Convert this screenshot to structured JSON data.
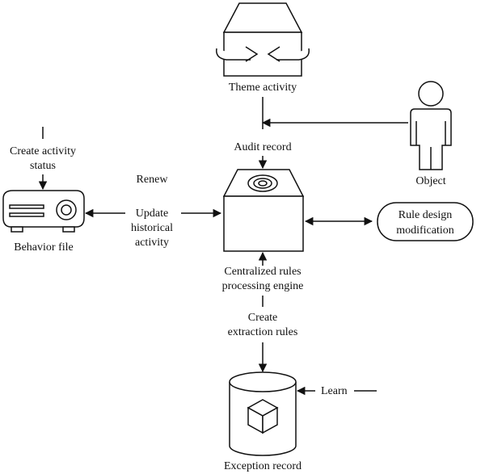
{
  "labels": {
    "theme_activity": "Theme activity",
    "audit_record": "Audit record",
    "object": "Object",
    "create_activity_status_1": "Create activity",
    "create_activity_status_2": "status",
    "renew": "Renew",
    "update_historical_activity_1": "Update",
    "update_historical_activity_2": "historical",
    "update_historical_activity_3": "activity",
    "behavior_file": "Behavior file",
    "rule_design_modification_1": "Rule design",
    "rule_design_modification_2": "modification",
    "centralized_engine_1": "Centralized rules",
    "centralized_engine_2": "processing engine",
    "create_extraction_rules_1": "Create",
    "create_extraction_rules_2": "extraction rules",
    "learn": "Learn",
    "exception_record": "Exception record"
  },
  "colors": {
    "stroke": "#111111",
    "fill": "#ffffff"
  }
}
